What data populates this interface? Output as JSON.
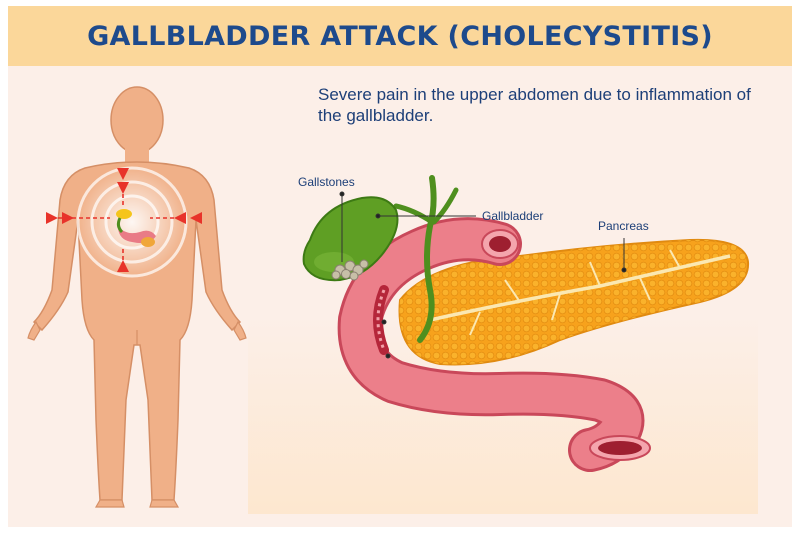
{
  "title": "GALLBLADDER ATTACK (CHOLECYSTITIS)",
  "description": "Severe pain in the upper abdomen due to inflammation of the gallbladder.",
  "labels": {
    "gallstones": "Gallstones",
    "gallbladder": "Gallbladder",
    "pancreas": "Pancreas"
  },
  "colors": {
    "banner": "#fbd79a",
    "title_text": "#1d4a8c",
    "background": "#fcefe8",
    "skin": "#f0b088",
    "pain_marker": "#e8332a",
    "pancreas": "#f7a21c",
    "duodenum": "#e8707a",
    "gallbladder": "#4f8f1e"
  }
}
